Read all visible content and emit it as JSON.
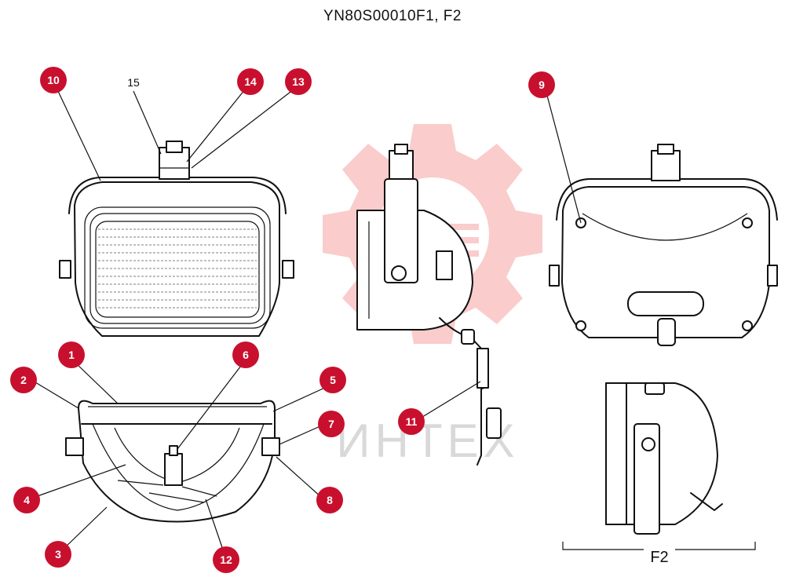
{
  "diagram": {
    "title": "YN80S00010F1, F2",
    "watermark_text": "ИНТЕХ",
    "view_label_f2": "F2",
    "colors": {
      "callout_fill": "#c8102e",
      "callout_text": "#ffffff",
      "line": "#111111",
      "watermark": "#f28b8b"
    },
    "callouts": [
      {
        "id": "10",
        "label": "10"
      },
      {
        "id": "15",
        "label": "15"
      },
      {
        "id": "14",
        "label": "14"
      },
      {
        "id": "13",
        "label": "13"
      },
      {
        "id": "9",
        "label": "9"
      },
      {
        "id": "1",
        "label": "1"
      },
      {
        "id": "6",
        "label": "6"
      },
      {
        "id": "2",
        "label": "2"
      },
      {
        "id": "5",
        "label": "5"
      },
      {
        "id": "7",
        "label": "7"
      },
      {
        "id": "4",
        "label": "4"
      },
      {
        "id": "8",
        "label": "8"
      },
      {
        "id": "3",
        "label": "3"
      },
      {
        "id": "12",
        "label": "12"
      },
      {
        "id": "11",
        "label": "11"
      }
    ]
  }
}
